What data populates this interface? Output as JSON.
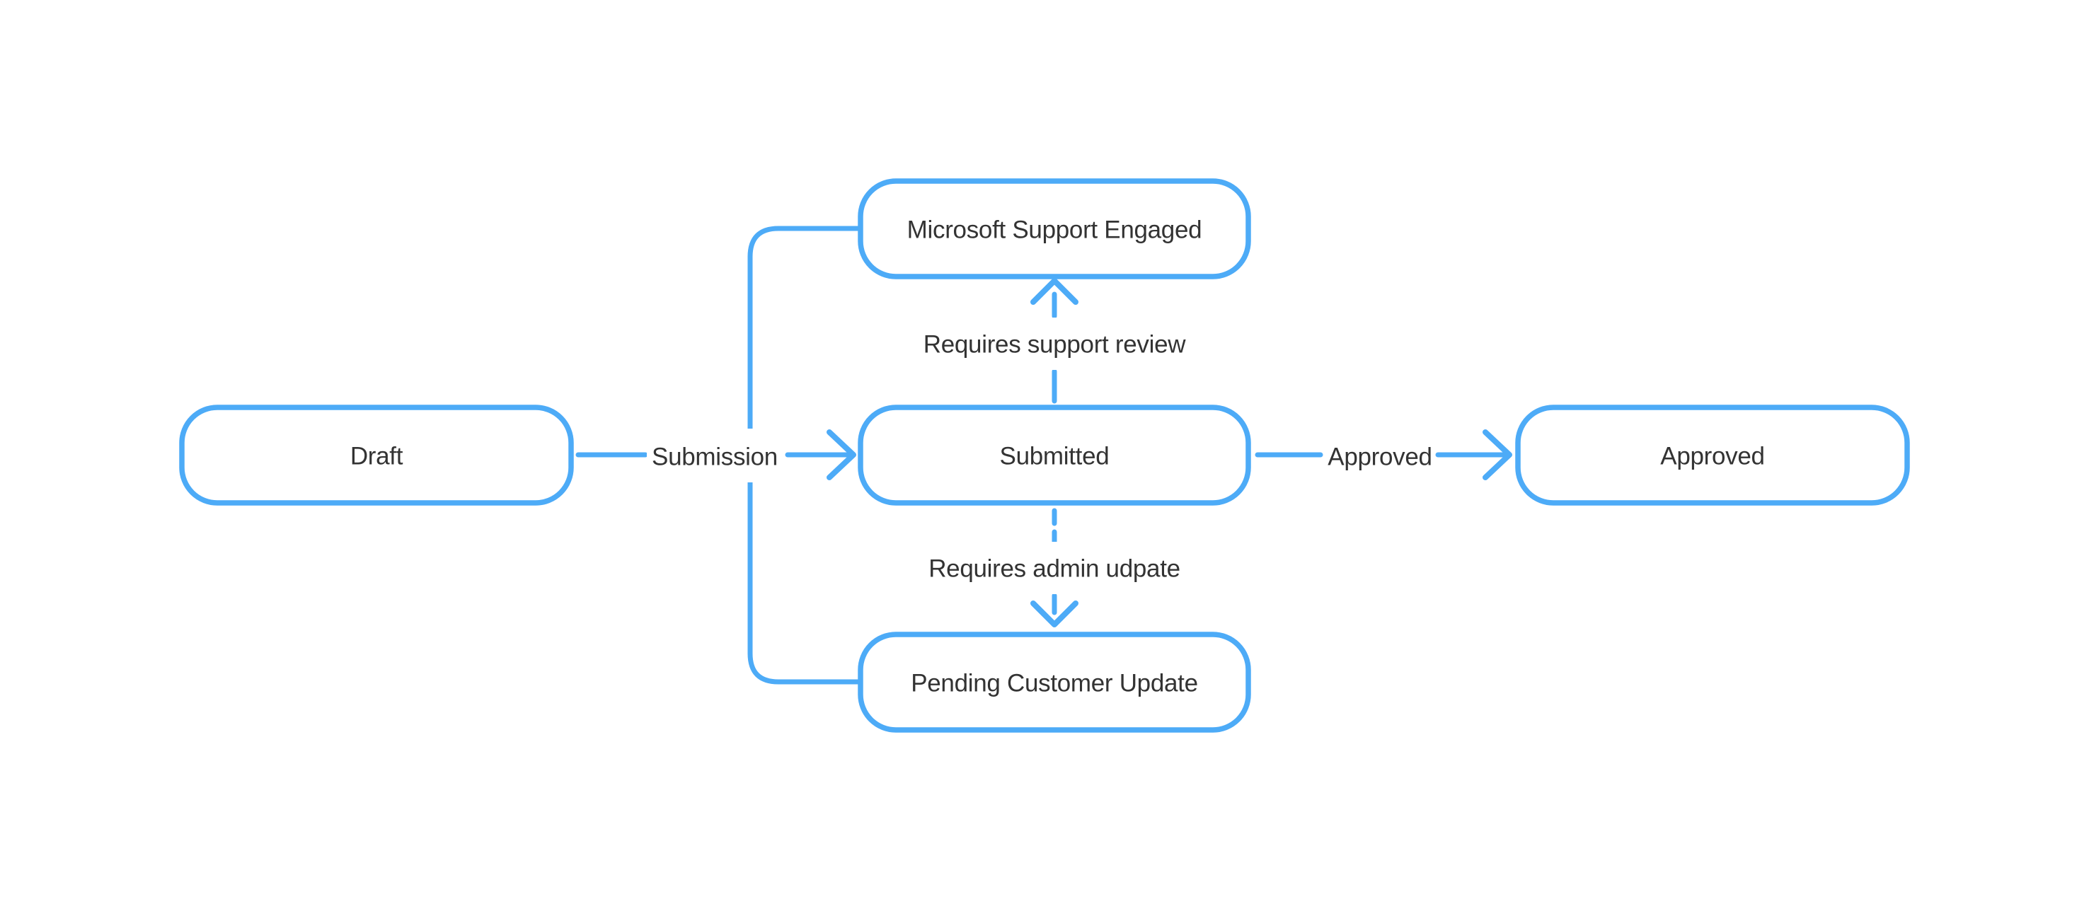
{
  "diagram": {
    "type": "flowchart",
    "direction": "left-to-right",
    "theme": {
      "accent_color": "#4dabf7",
      "text_color": "#333333",
      "background_color": "#ffffff",
      "node_fill": "#ffffff"
    },
    "nodes": {
      "draft": {
        "label": "Draft"
      },
      "submitted": {
        "label": "Submitted"
      },
      "approved": {
        "label": "Approved"
      },
      "support": {
        "label": "Microsoft Support Engaged"
      },
      "pending": {
        "label": "Pending Customer Update"
      }
    },
    "edges": {
      "submission": {
        "from": "Draft",
        "to": "Submitted",
        "label": "Submission",
        "style": "solid",
        "arrow": true
      },
      "approval": {
        "from": "Submitted",
        "to": "Approved",
        "label": "Approved",
        "style": "solid",
        "arrow": true
      },
      "support_review": {
        "from": "Submitted",
        "to": "Microsoft Support Engaged",
        "label": "Requires support review",
        "style": "dashed",
        "arrow": true
      },
      "admin_update": {
        "from": "Submitted",
        "to": "Pending Customer Update",
        "label": "Requires admin udpate",
        "style": "dashed",
        "arrow": true
      },
      "support_pending_link": {
        "from": "Microsoft Support Engaged",
        "to": "Pending Customer Update",
        "label": "",
        "style": "solid",
        "arrow": false
      }
    }
  }
}
